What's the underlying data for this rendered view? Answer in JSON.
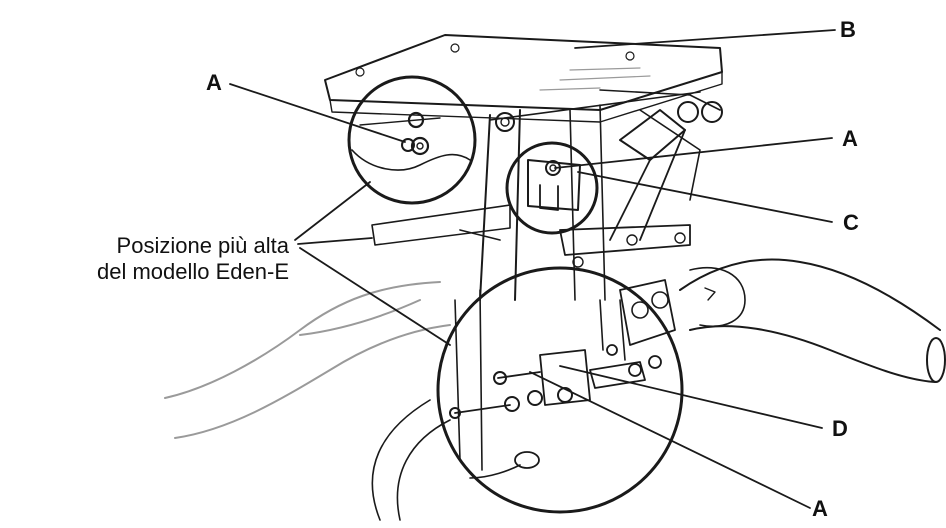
{
  "labels": {
    "a1": "A",
    "a2": "A",
    "a3": "A",
    "b": "B",
    "c": "C",
    "d": "D"
  },
  "caption": {
    "line1": "Posizione più alta",
    "line2": "del modello Eden-E"
  }
}
